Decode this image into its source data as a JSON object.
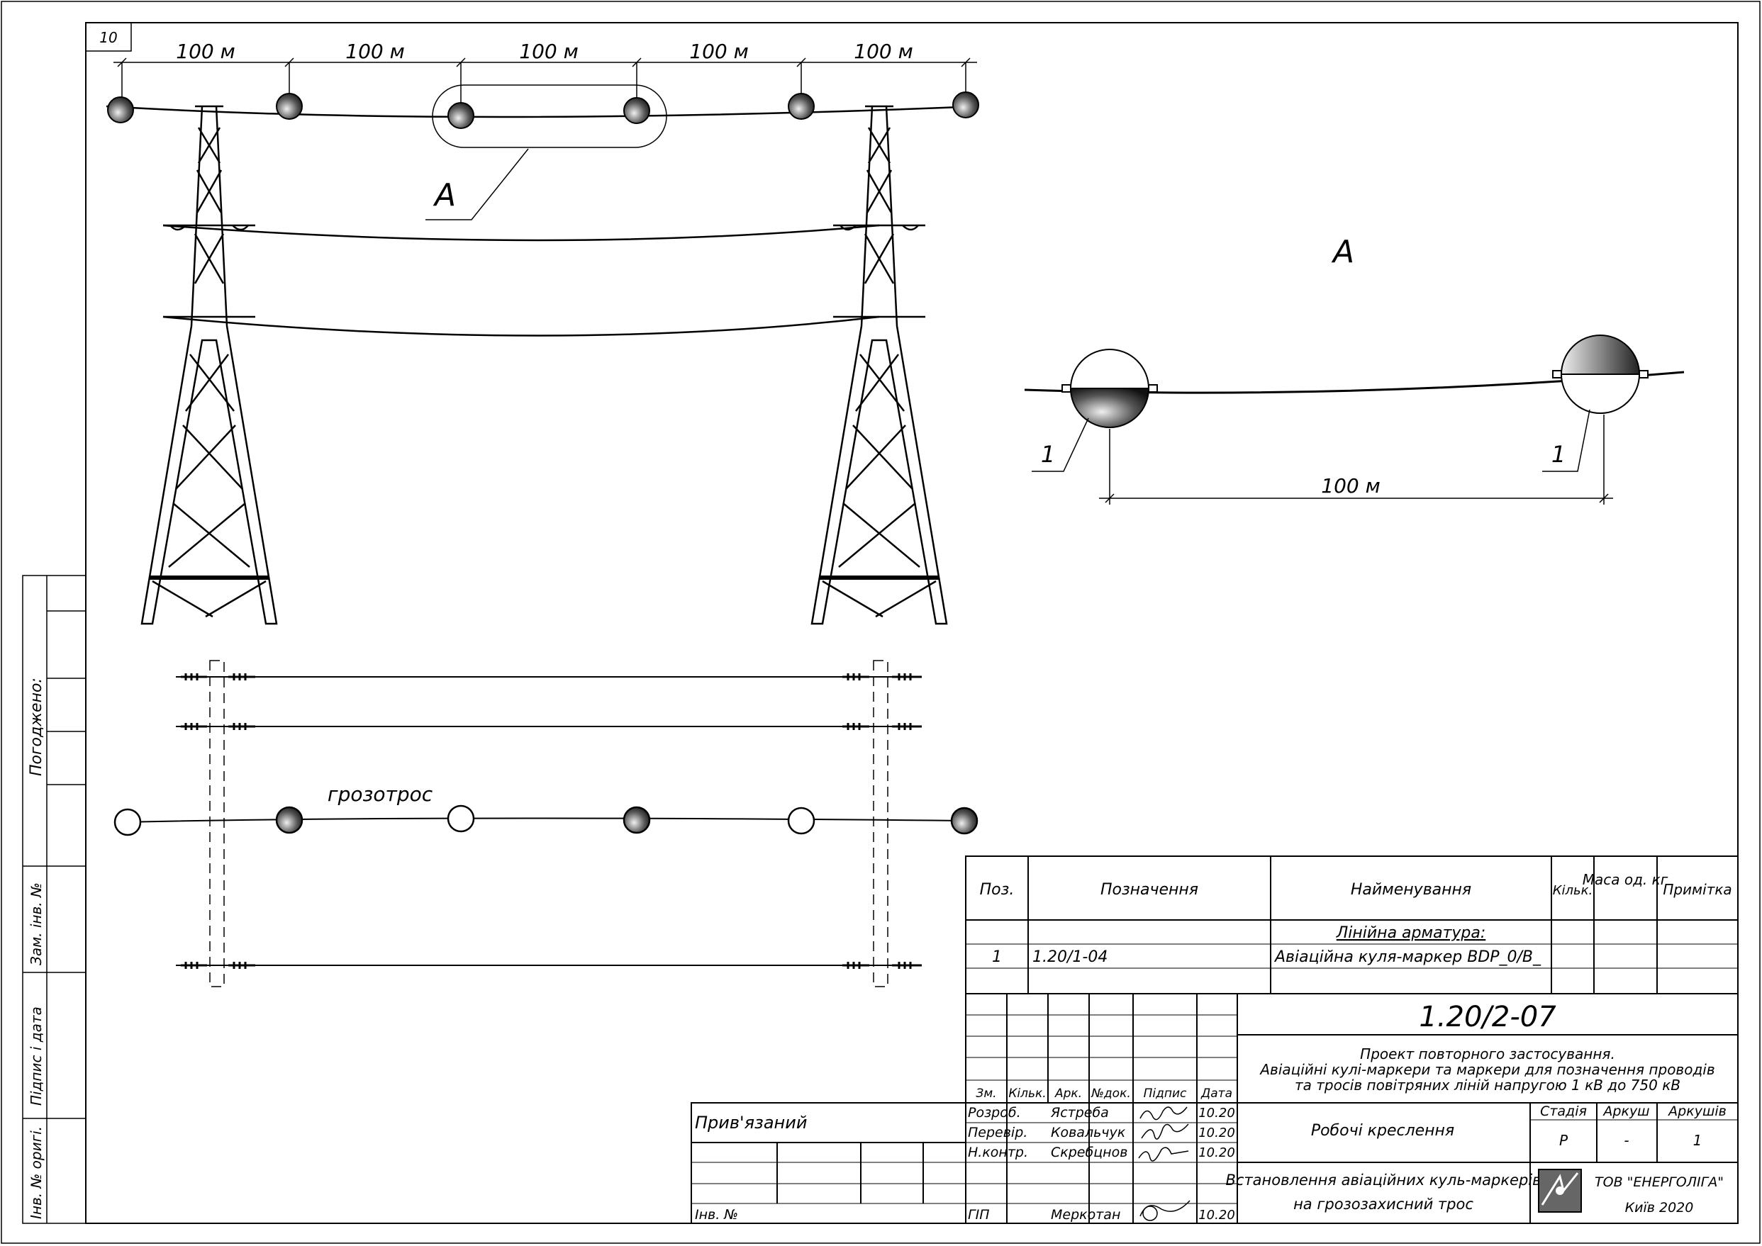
{
  "sheet": {
    "sheet_no": "10",
    "left_stamps": {
      "agreed": "Погоджено:",
      "replace_inv": "Зам. інв. №",
      "sign_date": "Підпис і дата",
      "inv_orig": "Інв. № оригі."
    }
  },
  "elevation": {
    "spans": [
      "100 м",
      "100 м",
      "100 м",
      "100 м",
      "100 м"
    ],
    "callout_label": "А"
  },
  "plan": {
    "ground_wire_label": "грозотрос"
  },
  "detail": {
    "title": "А",
    "span": "100 м",
    "pos_left": "1",
    "pos_right": "1"
  },
  "spec": {
    "headers": [
      "Поз.",
      "Позначення",
      "Найменування",
      "Кільк.",
      "Маса од. кг",
      "Примітка"
    ],
    "group": "Лінійна арматура:",
    "rows": [
      {
        "pos": "1",
        "code": "1.20/1-04",
        "name": "Авіаційна куля-маркер BDP_0/B_",
        "qty": "",
        "mass": "",
        "note": ""
      }
    ]
  },
  "titleblock": {
    "doc_code": "1.20/2-07",
    "project_title": [
      "Проект повторного застосування.",
      "Авіаційні кулі-маркери та маркери для позначення проводів",
      "та тросів повітряних ліній напругою 1 кВ до 750 кВ"
    ],
    "stage_name": "Робочі креслення",
    "drawing_title": [
      "Встановлення авіаційних куль-маркерів",
      "на грозозахисний трос"
    ],
    "stage_header": [
      "Стадія",
      "Аркуш",
      "Аркушів"
    ],
    "stage": "Р",
    "sheet": "-",
    "sheets": "1",
    "org": "ТОВ \"ЕНЕРГОЛІГА\"",
    "city": "Київ 2020",
    "col_headers": [
      "Зм.",
      "Кільк.",
      "Арк.",
      "№док.",
      "Підпис",
      "Дата"
    ],
    "people": [
      {
        "role": "Розроб.",
        "name": "Ястреба",
        "date": "10.20"
      },
      {
        "role": "Перевір.",
        "name": "Ковальчук",
        "date": "10.20"
      },
      {
        "role": "Н.контр.",
        "name": "Скребцнов",
        "date": "10.20"
      },
      {
        "role": "ГІП",
        "name": "Меркотан",
        "date": "10.20"
      }
    ],
    "linked": "Прив'язаний",
    "inv_no": "Інв. №"
  },
  "colors": {
    "line": "#000000",
    "marker_dark": "#3a3a3a",
    "marker_light": "#ffffff"
  }
}
